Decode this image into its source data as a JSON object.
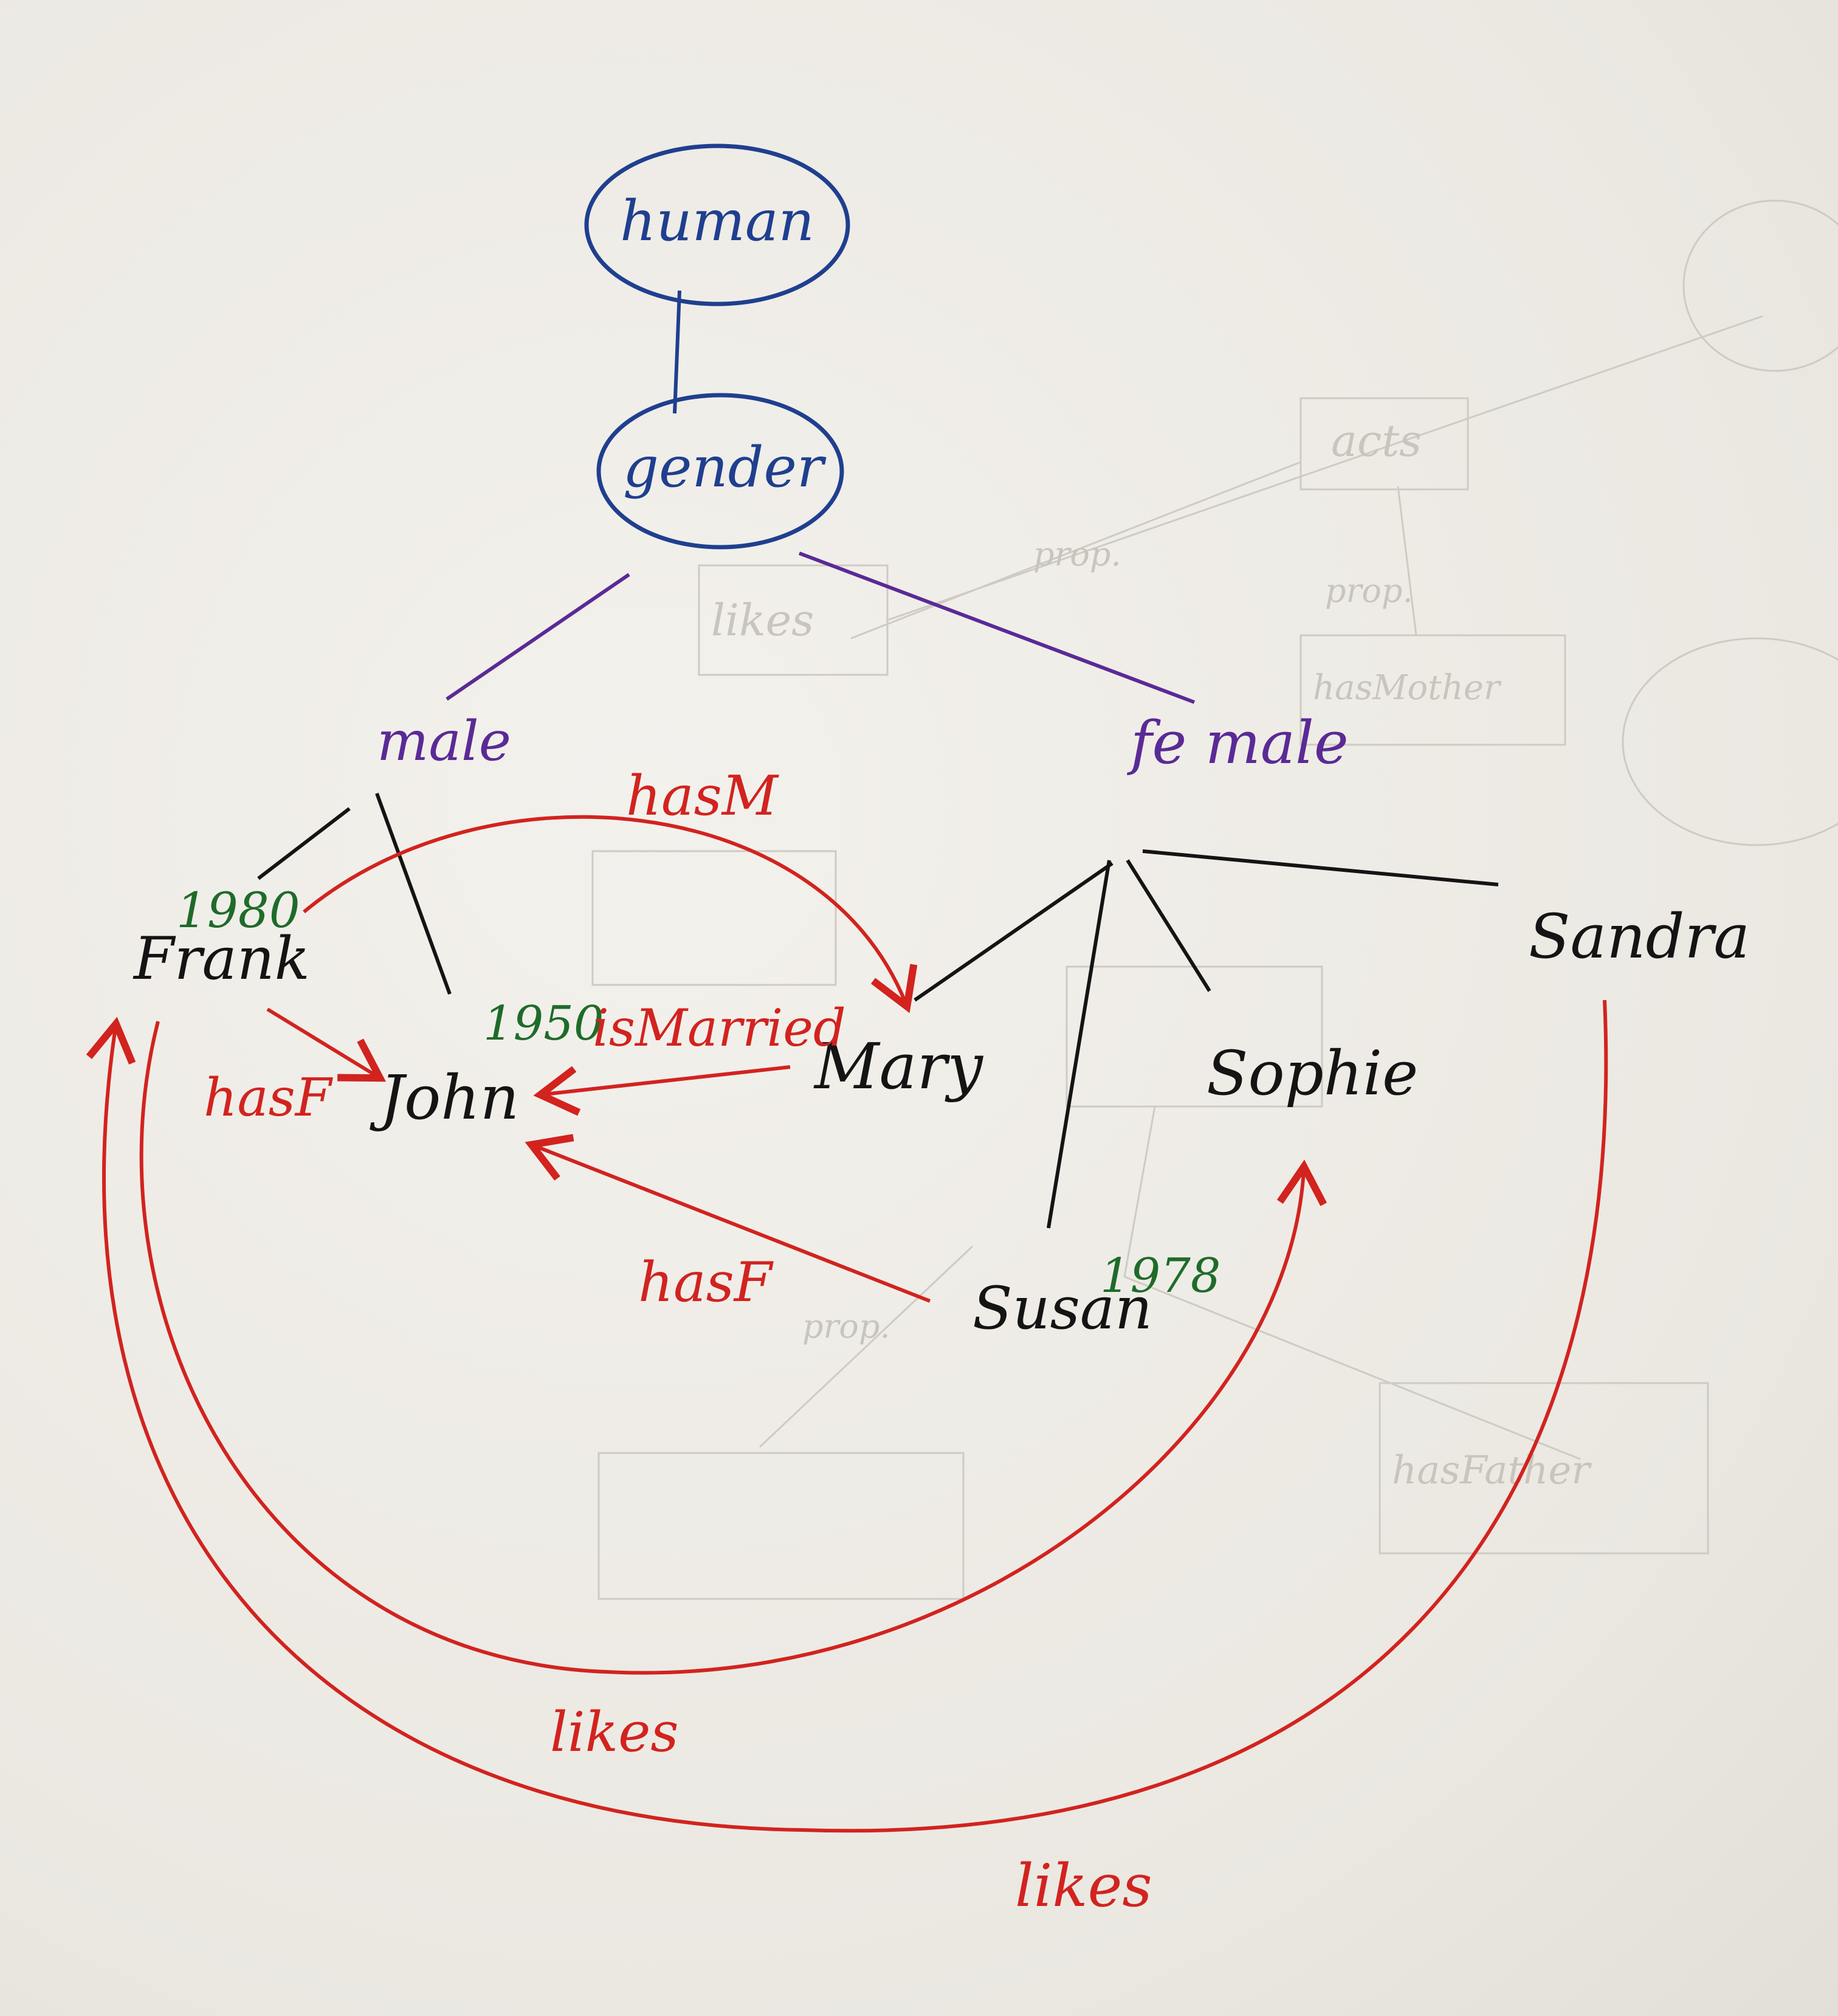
{
  "colors": {
    "blue": "#1f3f8f",
    "purple": "#5a2a96",
    "black": "#141414",
    "red": "#d2231f",
    "green": "#1f6b2a",
    "ghost": "#cfcbc3"
  },
  "nodes": {
    "human": "human",
    "gender": "gender",
    "male": "male",
    "female": "fe male",
    "frank": "Frank",
    "john": "John",
    "mary": "Mary",
    "sophie": "Sophie",
    "sandra": "Sandra",
    "susan": "Susan"
  },
  "years": {
    "frank": "1980",
    "john": "1950",
    "susan": "1978"
  },
  "edges": {
    "frank_mary": "hasM",
    "frank_john": "hasF",
    "mary_john": "isMarried",
    "susan_john": "hasF",
    "frank_sophie": "likes",
    "sandra_frank": "likes"
  },
  "ghost_sketch": {
    "labels": [
      "acts",
      "likes",
      "hasMother",
      "hasFather",
      "prop.",
      "prop.",
      "prop."
    ]
  }
}
